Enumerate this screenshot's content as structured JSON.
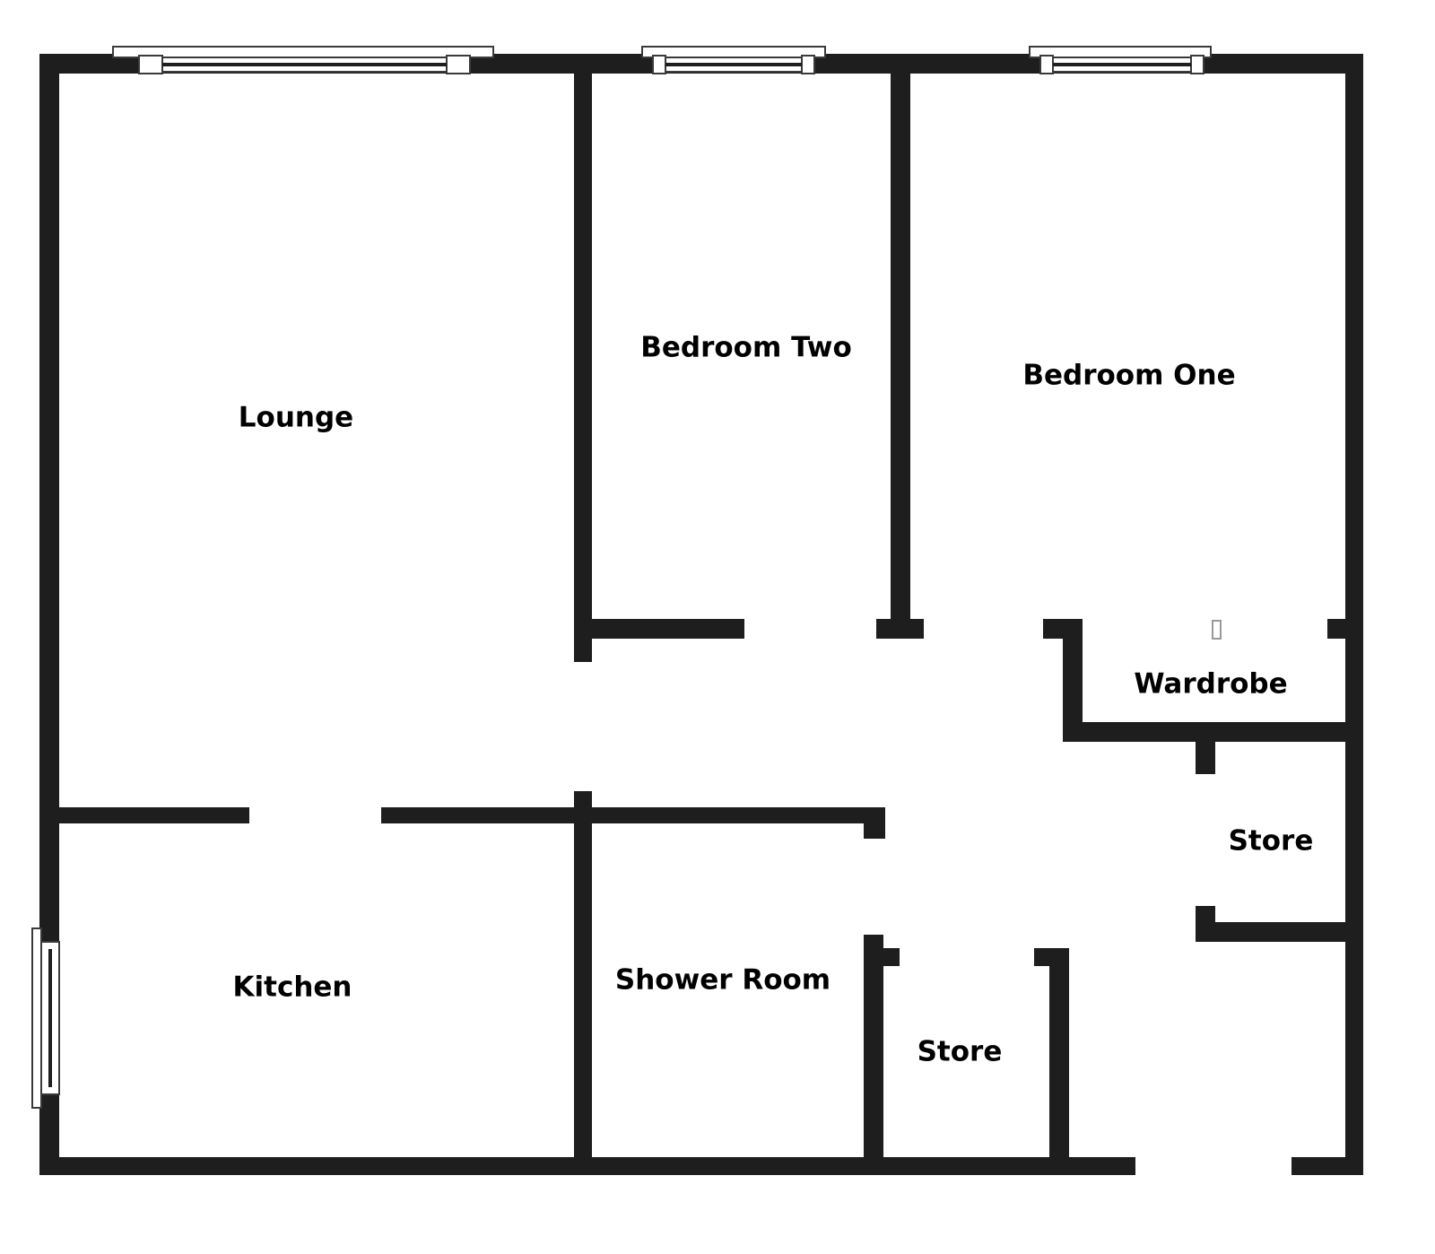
{
  "floor_plan": {
    "rooms": {
      "lounge": "Lounge",
      "bedroom_two": "Bedroom Two",
      "bedroom_one": "Bedroom One",
      "wardrobe": "Wardrobe",
      "store_right": "Store",
      "kitchen": "Kitchen",
      "shower_room": "Shower Room",
      "store_bottom": "Store"
    },
    "wall_color": "#1e1e1e"
  }
}
